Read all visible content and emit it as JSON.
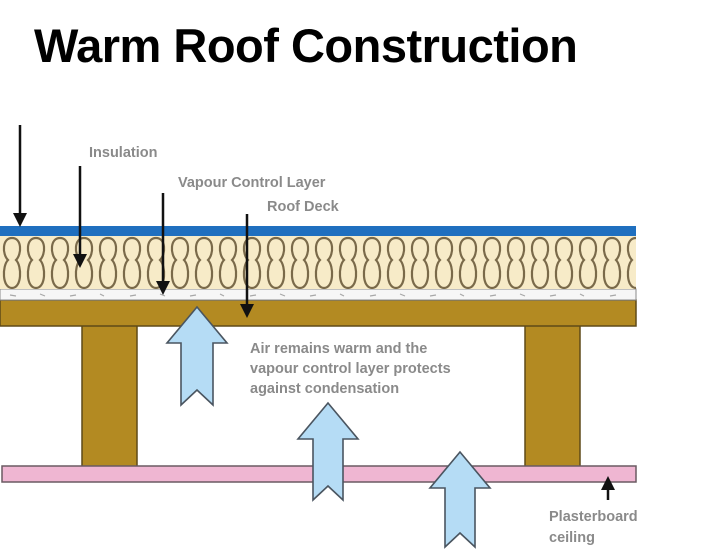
{
  "title": "Warm Roof Construction",
  "labels": {
    "insulation": "Insulation",
    "vapour_control_layer": "Vapour Control Layer",
    "roof_deck": "Roof Deck",
    "air_note_line1": "Air remains warm and the",
    "air_note_line2": "vapour control layer protects",
    "air_note_line3": "against condensation",
    "plasterboard_line1": "Plasterboard",
    "plasterboard_line2": "ceiling"
  },
  "layers": [
    {
      "name": "waterproof-membrane",
      "color": "#1f6fbf"
    },
    {
      "name": "insulation",
      "color": "#f7ebc8",
      "pattern_color": "#7a6a4a"
    },
    {
      "name": "vapour-control-layer",
      "color": "#f6f6f6"
    },
    {
      "name": "roof-deck",
      "color": "#b38a22"
    },
    {
      "name": "joist",
      "color": "#b38a22"
    },
    {
      "name": "plasterboard-ceiling",
      "color": "#efb6d2"
    }
  ],
  "colors": {
    "label_text": "#8a8a8a",
    "warm_air_arrow": "#b5dcf5",
    "pointer_arrow": "#000000"
  }
}
